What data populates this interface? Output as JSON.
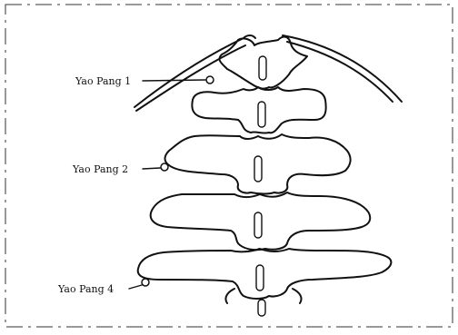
{
  "figure": {
    "labels": [
      {
        "id": "yao-pang-1",
        "text": "Yao Pang 1"
      },
      {
        "id": "yao-pang-2",
        "text": "Yao Pang 2"
      },
      {
        "id": "yao-pang-4",
        "text": "Yao Pang 4"
      }
    ]
  }
}
